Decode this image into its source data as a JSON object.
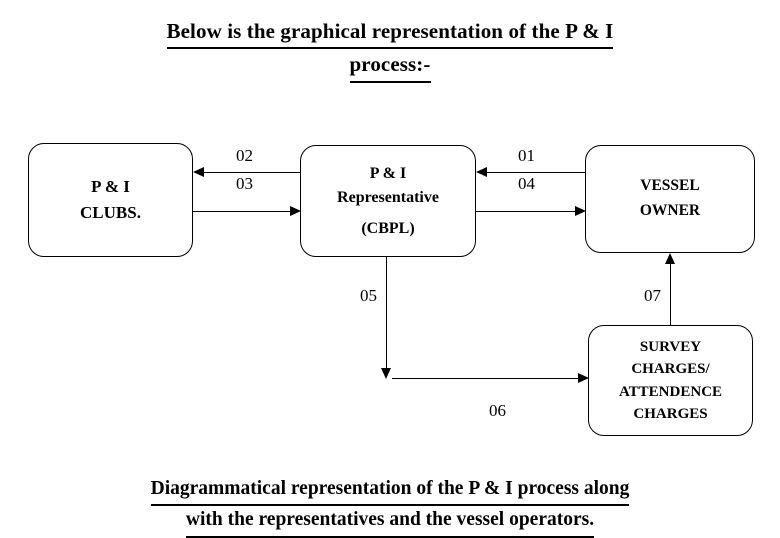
{
  "document": {
    "title_line_1": "Below is the graphical representation of the P & I",
    "title_line_2": "process:-",
    "caption_line_1": "Diagrammatical representation of the P & I process along",
    "caption_line_2": "with the representatives and the vessel operators."
  },
  "diagram": {
    "nodes": [
      {
        "id": "clubs",
        "lines": [
          "P & I",
          "CLUBS."
        ]
      },
      {
        "id": "representative",
        "lines": [
          "P & I",
          "Representative",
          "(CBPL)"
        ]
      },
      {
        "id": "vessel-owner",
        "lines": [
          "VESSEL",
          "OWNER"
        ]
      },
      {
        "id": "survey-charges",
        "lines": [
          "SURVEY",
          "CHARGES/",
          "ATTENDENCE",
          "CHARGES"
        ]
      }
    ],
    "edges": [
      {
        "id": "02",
        "label": "02",
        "from": "representative",
        "to": "clubs",
        "direction": "left"
      },
      {
        "id": "03",
        "label": "03",
        "from": "clubs",
        "to": "representative",
        "direction": "right"
      },
      {
        "id": "01",
        "label": "01",
        "from": "vessel-owner",
        "to": "representative",
        "direction": "left"
      },
      {
        "id": "04",
        "label": "04",
        "from": "representative",
        "to": "vessel-owner",
        "direction": "right"
      },
      {
        "id": "05",
        "label": "05",
        "from": "representative",
        "to": "junction",
        "direction": "down"
      },
      {
        "id": "06",
        "label": "06",
        "from": "junction",
        "to": "survey-charges",
        "direction": "right"
      },
      {
        "id": "07",
        "label": "07",
        "from": "survey-charges",
        "to": "vessel-owner",
        "direction": "up"
      }
    ]
  },
  "colors": {
    "ink": "#000000",
    "paper": "#ffffff"
  }
}
